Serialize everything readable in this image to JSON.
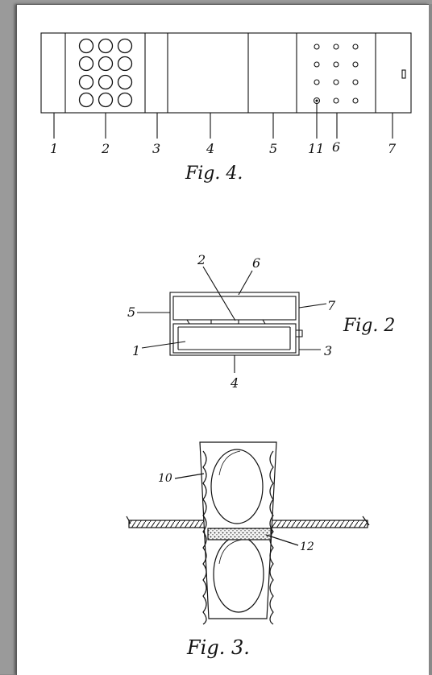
{
  "figures": {
    "fig4": {
      "caption": "Fig. 4.",
      "labels": [
        "1",
        "2",
        "3",
        "4",
        "5",
        "11",
        "6",
        "7"
      ]
    },
    "fig2": {
      "caption": "Fig. 2",
      "labels": [
        "2",
        "6",
        "5",
        "7",
        "1",
        "3",
        "4"
      ]
    },
    "fig3": {
      "caption": "Fig. 3.",
      "labels": [
        "10",
        "12"
      ]
    }
  }
}
